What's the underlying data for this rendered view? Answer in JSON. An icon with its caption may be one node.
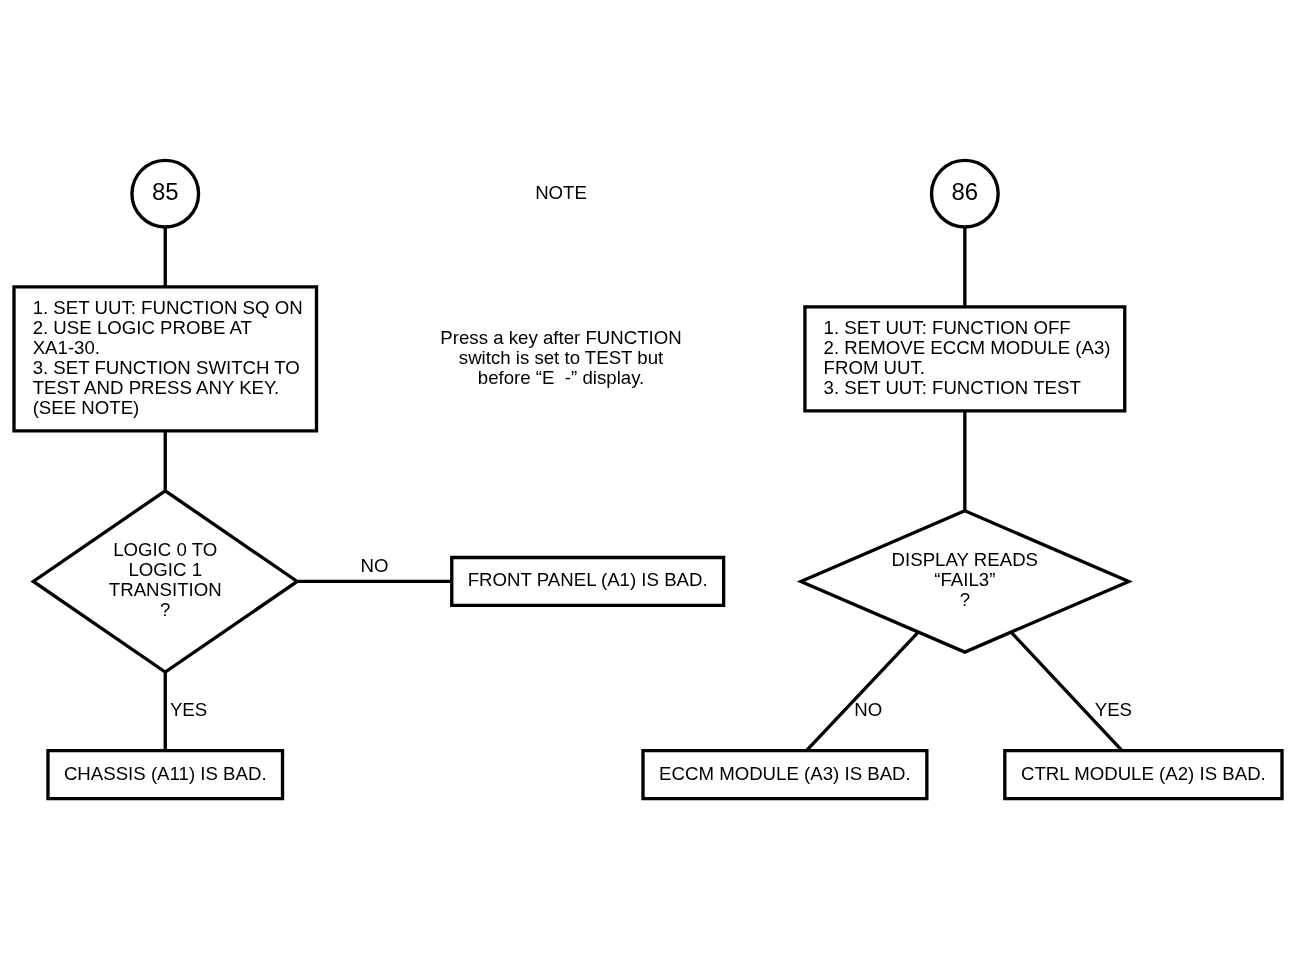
{
  "diagram": {
    "nodes": [
      {
        "text": [
          "85"
        ]
      },
      {
        "text": [
          "1. SET UUT: FUNCTION SQ ON",
          "2. USE LOGIC PROBE AT XA1-30.",
          "3. SET FUNCTION SWITCH TO TEST AND PRESS ANY KEY. (SEE NOTE)"
        ]
      },
      {
        "text": [
          "LOGIC 0 TO LOGIC 1 TRANSITION",
          "?"
        ]
      },
      {
        "text": [
          "FRONT PANEL (A1) IS BAD."
        ]
      },
      {
        "text": [
          "CHASSIS (A11) IS BAD."
        ]
      },
      {
        "text": [
          "86"
        ]
      },
      {
        "text": [
          "1. SET UUT: FUNCTION OFF",
          "2. REMOVE ECCM MODULE (A3) FROM UUT.",
          "3. SET UUT: FUNCTION TEST"
        ]
      },
      {
        "text": [
          "DISPLAY READS “FAIL3”",
          "?"
        ]
      },
      {
        "text": [
          "ECCM MODULE (A3) IS BAD."
        ]
      },
      {
        "text": [
          "CTRL MODULE (A2) IS BAD."
        ]
      }
    ],
    "edges": [
      {
        "from": 0,
        "to": 1,
        "arrow": "none"
      },
      {
        "from": 1,
        "to": 2,
        "arrow": "none"
      },
      {
        "from": 2,
        "to": 3,
        "arrow": "none",
        "label": "NO"
      },
      {
        "from": 2,
        "to": 4,
        "arrow": "none",
        "label": "YES"
      },
      {
        "from": 5,
        "to": 6,
        "arrow": "none"
      },
      {
        "from": 6,
        "to": 7,
        "arrow": "none"
      },
      {
        "from": 7,
        "to": 8,
        "arrow": "none",
        "label": "NO"
      },
      {
        "from": 7,
        "to": 9,
        "arrow": "none",
        "label": "YES"
      }
    ],
    "labels": [
      "NOTE",
      "Press a key after FUNCTION switch is set to TEST but before “E  -” display."
    ]
  }
}
